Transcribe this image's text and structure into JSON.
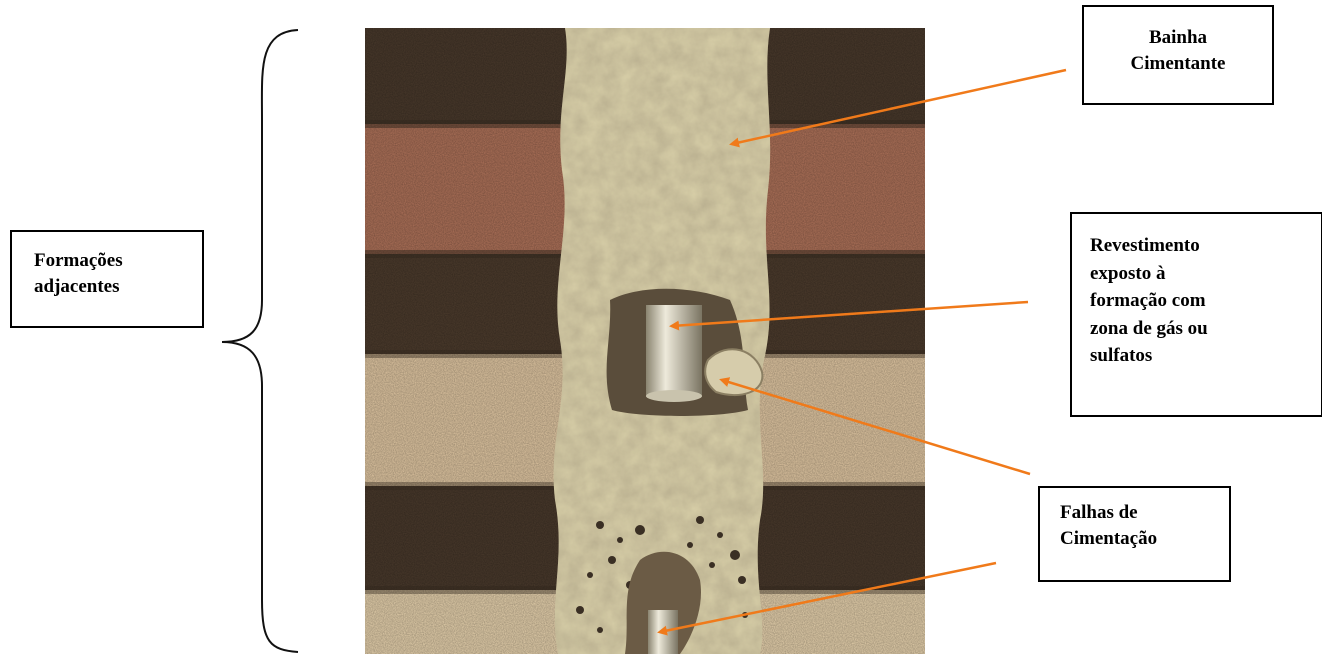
{
  "labels": {
    "formacoes": [
      "Formações",
      "adjacentes"
    ],
    "bainha": [
      "Bainha",
      "Cimentante"
    ],
    "revestimento": [
      "Revestimento",
      "exposto à",
      "formação com",
      "zona de gás ou",
      "sulfatos"
    ],
    "falhas": [
      "Falhas de",
      "Cimentação"
    ]
  },
  "colors": {
    "arrow": "#f07a1a",
    "shale": "#4a3a2c",
    "red_sandstone": "#b0735a",
    "tan_sandstone": "#e3c9a4",
    "cement": "#d8cfa8"
  }
}
